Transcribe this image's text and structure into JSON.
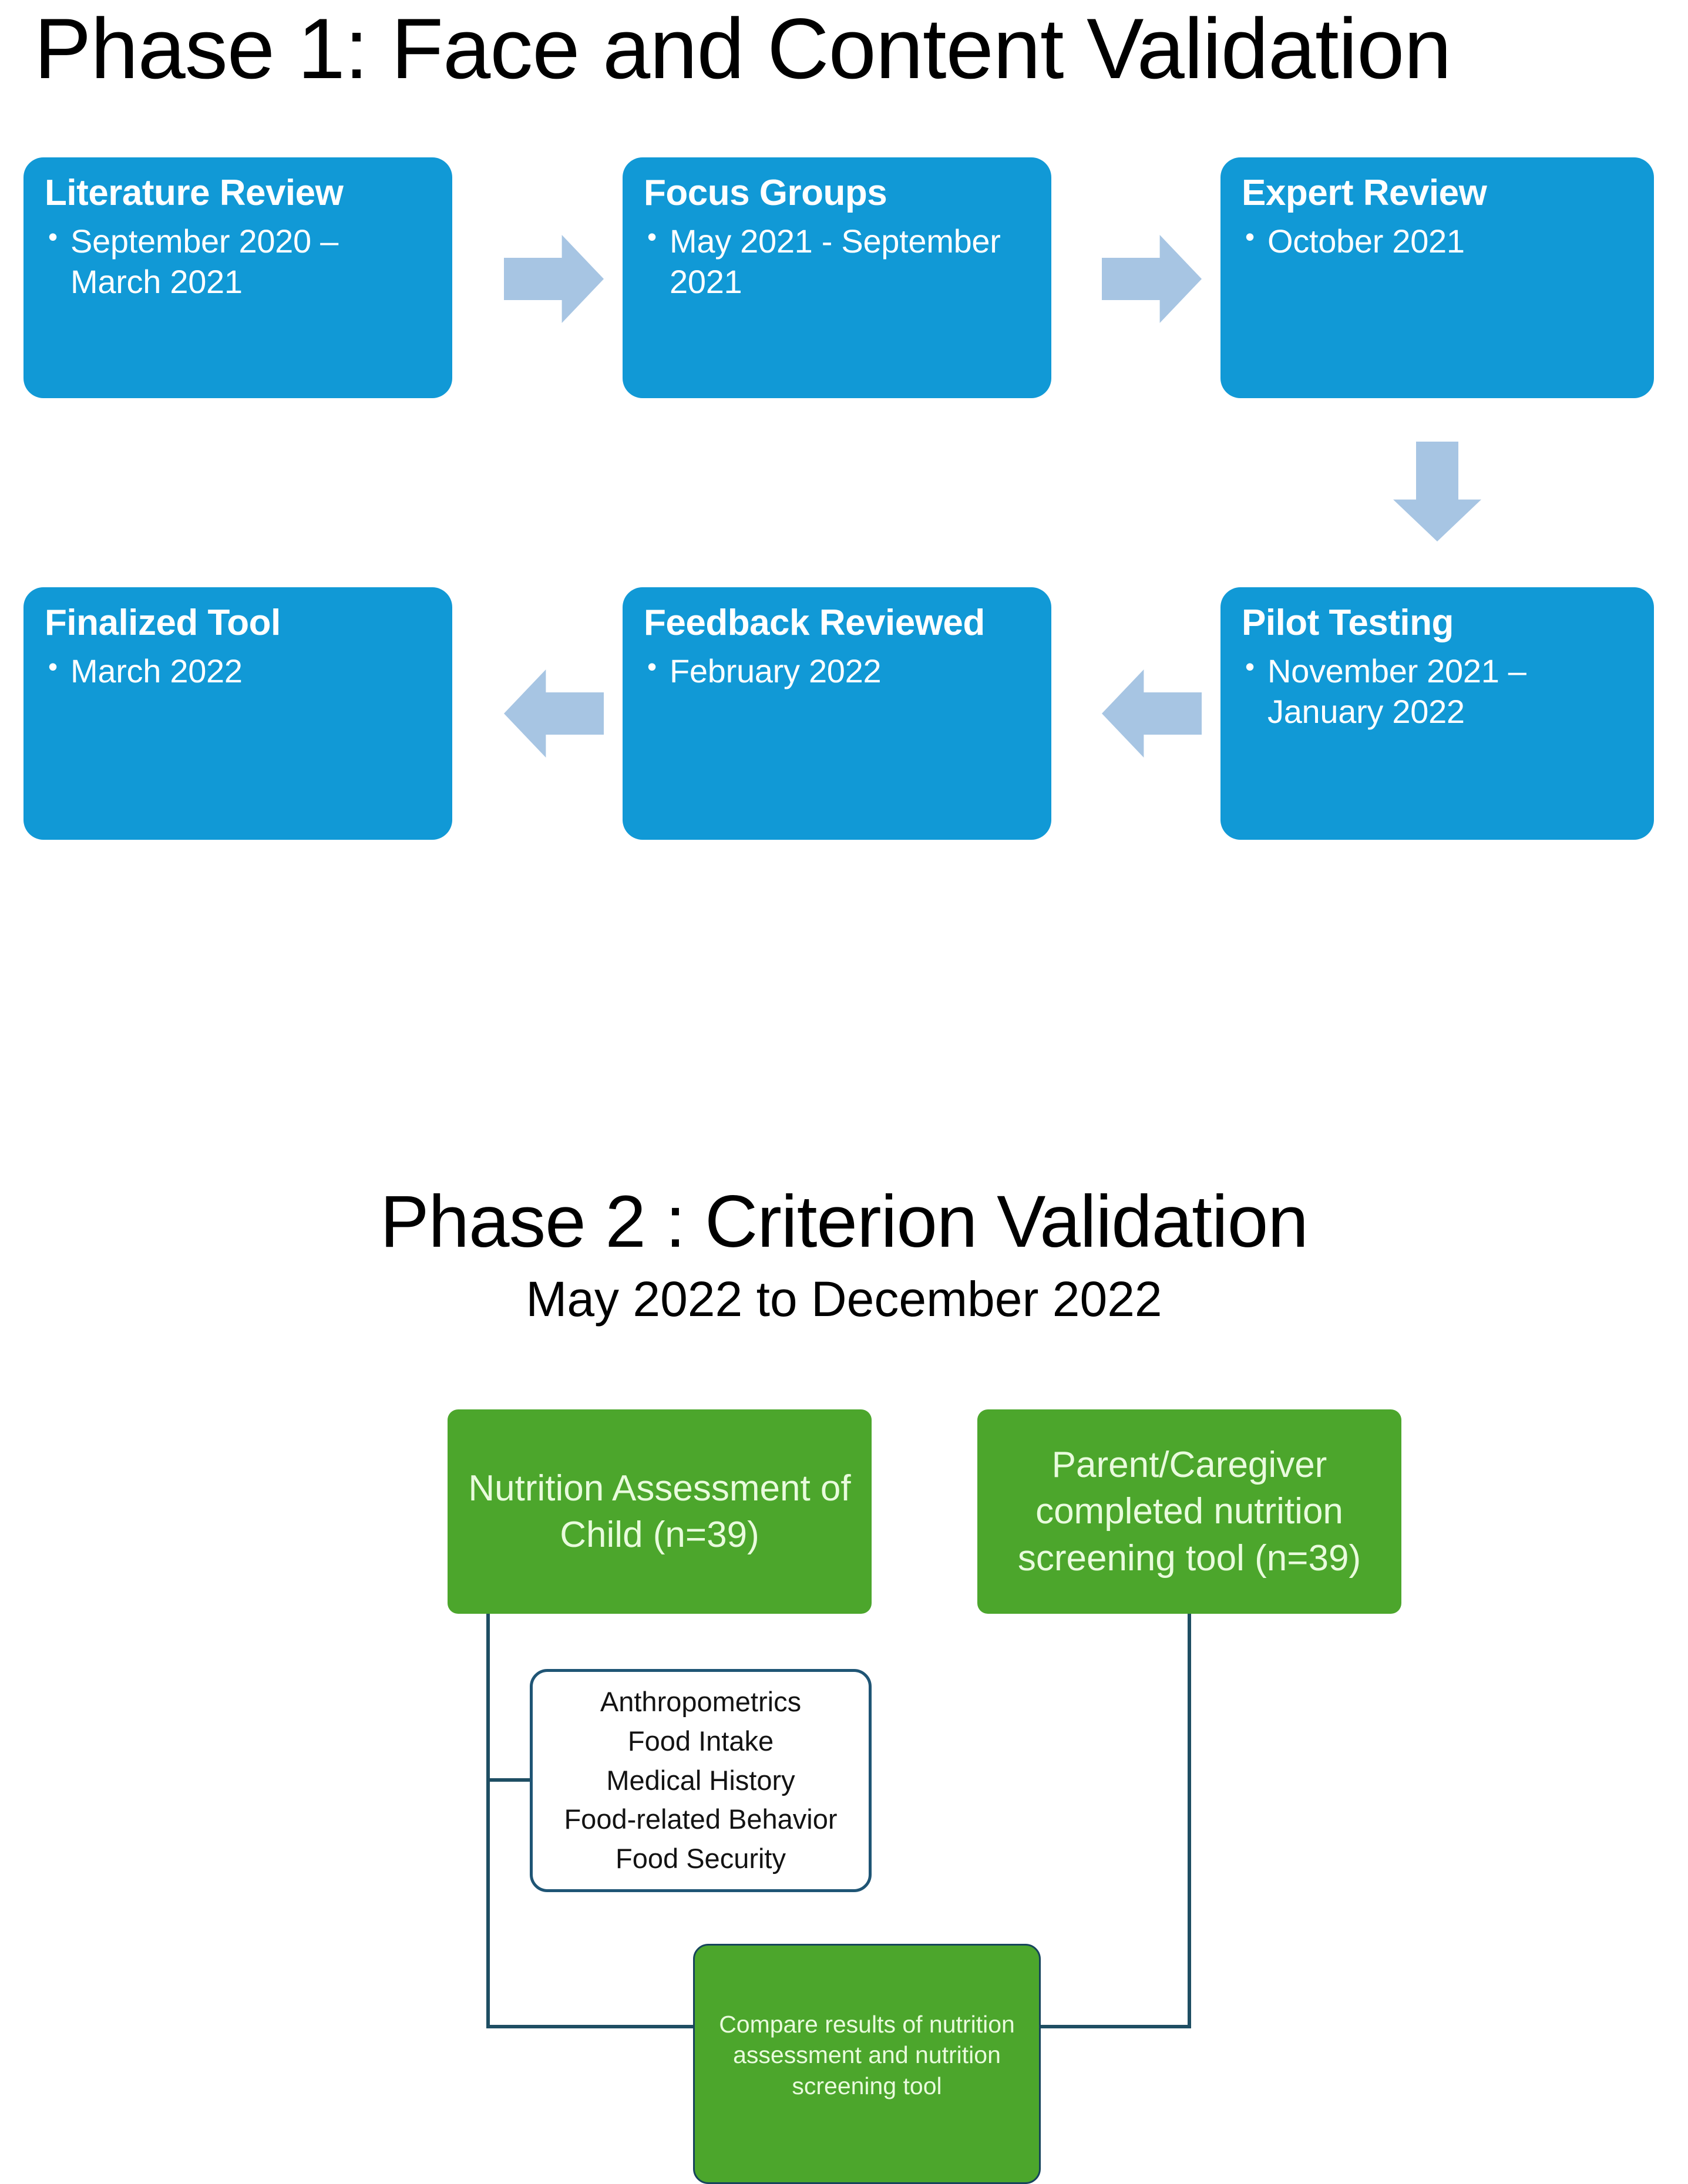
{
  "colors": {
    "blue_box": "#1199D6",
    "green_box": "#4CA62C",
    "arrow_light_blue": "#A7C5E3",
    "connector_line": "#1F4E63",
    "white_box_border": "#1F5575",
    "text_dark": "#000000",
    "text_on_blue": "#ffffff",
    "text_on_green": "#E9FBDD"
  },
  "phase1": {
    "title": "Phase 1: Face and Content Validation",
    "steps": [
      {
        "title": "Literature Review",
        "bullets": [
          "September 2020 – March 2021"
        ]
      },
      {
        "title": "Focus Groups",
        "bullets": [
          "May 2021 - September 2021"
        ]
      },
      {
        "title": "Expert Review",
        "bullets": [
          "October 2021"
        ]
      },
      {
        "title": "Finalized Tool",
        "bullets": [
          "March 2022"
        ]
      },
      {
        "title": "Feedback Reviewed",
        "bullets": [
          "February 2022"
        ]
      },
      {
        "title": "Pilot Testing",
        "bullets": [
          "November 2021 – January 2022"
        ]
      }
    ],
    "arrows": [
      {
        "name": "arrow-literature-to-focus",
        "direction": "right"
      },
      {
        "name": "arrow-focus-to-expert",
        "direction": "right"
      },
      {
        "name": "arrow-expert-to-pilot",
        "direction": "down"
      },
      {
        "name": "arrow-pilot-to-feedback",
        "direction": "left"
      },
      {
        "name": "arrow-feedback-to-finalized",
        "direction": "left"
      }
    ]
  },
  "phase2": {
    "title": "Phase 2 : Criterion Validation",
    "subtitle": "May 2022 to December 2022",
    "assessment_box": "Nutrition Assessment of Child (n=39)",
    "parent_box": "Parent/Caregiver completed nutrition screening tool (n=39)",
    "assessment_components": [
      "Anthropometrics",
      "Food Intake",
      "Medical History",
      "Food-related Behavior",
      "Food Security"
    ],
    "compare_box": "Compare results of nutrition assessment and nutrition screening tool"
  }
}
